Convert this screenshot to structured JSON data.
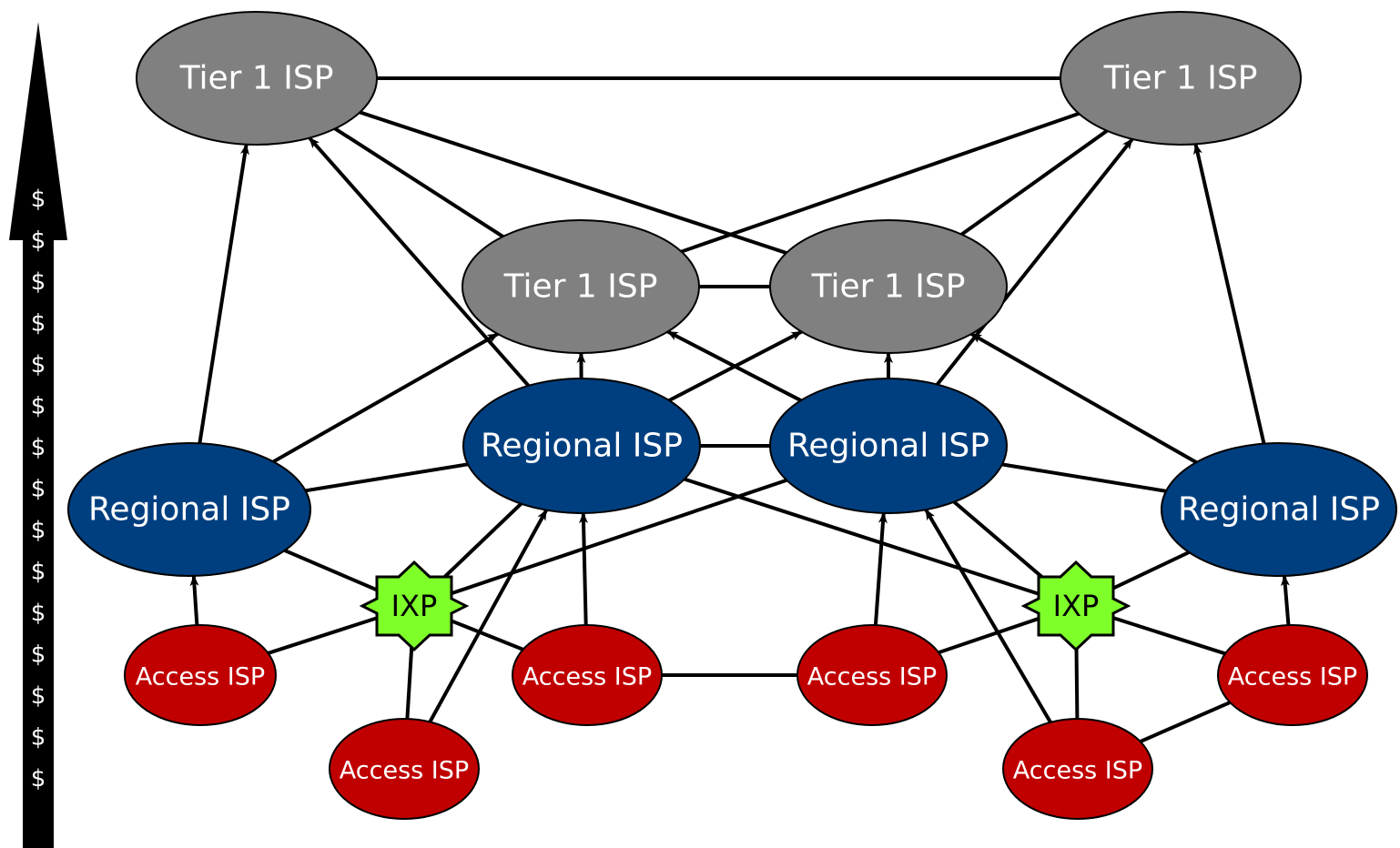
{
  "colors": {
    "tier1": "#808080",
    "regional": "#003f7f",
    "access": "#c00000",
    "ixp": "#7fff2a",
    "link": "#000000",
    "money_arrow": "#000000"
  },
  "money_symbols": [
    "$",
    "$",
    "$",
    "$",
    "$",
    "$",
    "$",
    "$",
    "$",
    "$",
    "$",
    "$",
    "$",
    "$",
    "$"
  ],
  "nodes": {
    "tier1_top_left": {
      "kind": "tier1",
      "label": "Tier 1 ISP"
    },
    "tier1_top_right": {
      "kind": "tier1",
      "label": "Tier 1 ISP"
    },
    "tier1_mid_left": {
      "kind": "tier1",
      "label": "Tier 1 ISP"
    },
    "tier1_mid_right": {
      "kind": "tier1",
      "label": "Tier 1 ISP"
    },
    "regional_far_left": {
      "kind": "regional",
      "label": "Regional ISP"
    },
    "regional_center_left": {
      "kind": "regional",
      "label": "Regional ISP"
    },
    "regional_center_right": {
      "kind": "regional",
      "label": "Regional ISP"
    },
    "regional_far_right": {
      "kind": "regional",
      "label": "Regional ISP"
    },
    "ixp_left": {
      "kind": "ixp",
      "label": "IXP"
    },
    "ixp_right": {
      "kind": "ixp",
      "label": "IXP"
    },
    "access_1": {
      "kind": "access",
      "label": "Access ISP"
    },
    "access_2": {
      "kind": "access",
      "label": "Access ISP"
    },
    "access_3": {
      "kind": "access",
      "label": "Access ISP"
    },
    "access_4": {
      "kind": "access",
      "label": "Access ISP"
    },
    "access_5": {
      "kind": "access",
      "label": "Access ISP"
    },
    "access_6": {
      "kind": "access",
      "label": "Access ISP"
    }
  },
  "peering_links": [
    [
      "tier1_top_left",
      "tier1_top_right"
    ],
    [
      "tier1_mid_left",
      "tier1_mid_right"
    ],
    [
      "tier1_top_left",
      "tier1_mid_left"
    ],
    [
      "tier1_top_left",
      "tier1_mid_right"
    ],
    [
      "tier1_top_right",
      "tier1_mid_left"
    ],
    [
      "tier1_top_right",
      "tier1_mid_right"
    ],
    [
      "regional_center_left",
      "regional_center_right"
    ],
    [
      "regional_far_left",
      "regional_center_left"
    ],
    [
      "regional_center_right",
      "regional_far_right"
    ],
    [
      "regional_far_left",
      "ixp_left"
    ],
    [
      "regional_center_left",
      "ixp_left"
    ],
    [
      "regional_center_right",
      "ixp_left"
    ],
    [
      "regional_center_left",
      "ixp_right"
    ],
    [
      "regional_center_right",
      "ixp_right"
    ],
    [
      "regional_far_right",
      "ixp_right"
    ],
    [
      "access_1",
      "ixp_left"
    ],
    [
      "access_2",
      "ixp_left"
    ],
    [
      "access_3",
      "ixp_left"
    ],
    [
      "access_3",
      "access_4"
    ],
    [
      "access_4",
      "ixp_right"
    ],
    [
      "access_5",
      "ixp_right"
    ],
    [
      "access_6",
      "ixp_right"
    ],
    [
      "access_5",
      "access_6"
    ]
  ],
  "transit_links": [
    [
      "regional_far_left",
      "tier1_top_left"
    ],
    [
      "regional_center_left",
      "tier1_top_left"
    ],
    [
      "regional_center_right",
      "tier1_top_right"
    ],
    [
      "regional_far_right",
      "tier1_top_right"
    ],
    [
      "regional_far_left",
      "tier1_mid_left"
    ],
    [
      "regional_center_left",
      "tier1_mid_left"
    ],
    [
      "regional_center_left",
      "tier1_mid_right"
    ],
    [
      "regional_center_right",
      "tier1_mid_left"
    ],
    [
      "regional_center_right",
      "tier1_mid_right"
    ],
    [
      "regional_far_right",
      "tier1_mid_right"
    ],
    [
      "access_1",
      "regional_far_left"
    ],
    [
      "access_2",
      "regional_center_left"
    ],
    [
      "access_3",
      "regional_center_left"
    ],
    [
      "access_4",
      "regional_center_right"
    ],
    [
      "access_5",
      "regional_center_right"
    ],
    [
      "access_6",
      "regional_far_right"
    ]
  ]
}
